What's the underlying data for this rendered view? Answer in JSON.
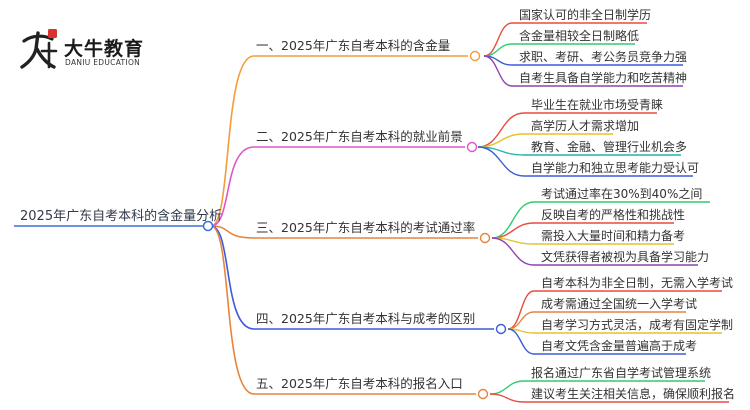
{
  "logo": {
    "name": "大牛教育",
    "subtitle": "DANIU EDUCATION"
  },
  "root": {
    "label": "2025年广东自考本科的含金量分析"
  },
  "branches": [
    {
      "label": "一、2025年广东自考本科的含金量",
      "color": "#f39c3a",
      "leaves": [
        {
          "label": "国家认可的非全日制学历",
          "color": "#e84c3d"
        },
        {
          "label": "含金量相较全日制略低",
          "color": "#2ecc71"
        },
        {
          "label": "求职、考研、考公务员竞争力强",
          "color": "#3b5bdb"
        },
        {
          "label": "自考生具备自学能力和吃苦精神",
          "color": "#8e44ad"
        }
      ]
    },
    {
      "label": "二、2025年广东自考本科的就业前景",
      "color": "#e056c8",
      "leaves": [
        {
          "label": "毕业生在就业市场受青睐",
          "color": "#e84c3d"
        },
        {
          "label": "高学历人才需求增加",
          "color": "#e6c229"
        },
        {
          "label": "教育、金融、管理行业机会多",
          "color": "#20b2aa"
        },
        {
          "label": "自学能力和独立思考能力受认可",
          "color": "#3b5bdb"
        }
      ]
    },
    {
      "label": "三、2025年广东自考本科的考试通过率",
      "color": "#e8843a",
      "leaves": [
        {
          "label": "考试通过率在30%到40%之间",
          "color": "#2ecc71"
        },
        {
          "label": "反映自考的严格性和挑战性",
          "color": "#e84c3d"
        },
        {
          "label": "需投入大量时间和精力备考",
          "color": "#e6c229"
        },
        {
          "label": "文凭获得者被视为具备学习能力",
          "color": "#8e44ad"
        }
      ]
    },
    {
      "label": "四、2025年广东自考本科与成考的区别",
      "color": "#3b5bdb",
      "leaves": [
        {
          "label": "自考本科为非全日制，无需入学考试",
          "color": "#e84c3d"
        },
        {
          "label": "成考需通过全国统一入学考试",
          "color": "#e8843a"
        },
        {
          "label": "自考学习方式灵活，成考有固定学制",
          "color": "#e6c229"
        },
        {
          "label": "自考文凭含金量普遍高于成考",
          "color": "#3b5bdb"
        }
      ]
    },
    {
      "label": "五、2025年广东自考本科的报名入口",
      "color": "#e8843a",
      "leaves": [
        {
          "label": "报名通过广东省自学考试管理系统",
          "color": "#2ecc71"
        },
        {
          "label": "建议考生关注相关信息，确保顺利报名",
          "color": "#e84c3d"
        }
      ]
    }
  ],
  "colors": {
    "root_line": "#3b6fd6",
    "node_fill": "#ffffff"
  }
}
